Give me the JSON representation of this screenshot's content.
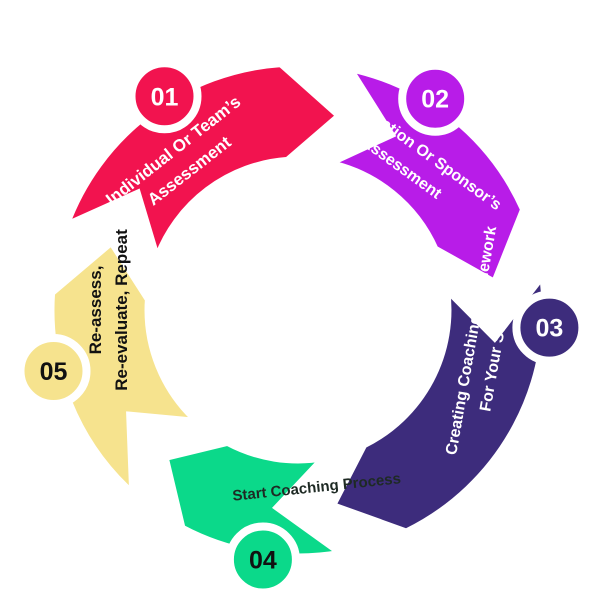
{
  "steps": [
    {
      "number": "01",
      "lines": [
        "Individual Or Team’s",
        "Assessment"
      ],
      "color": "#F2134F",
      "badge_text_color": "#FFFFFF",
      "label_color": "#FFFFFF"
    },
    {
      "number": "02",
      "lines": [
        "Organisation Or Sponsor’s",
        "Assessment"
      ],
      "color": "#B81CE8",
      "badge_text_color": "#FFFFFF",
      "label_color": "#FFFFFF"
    },
    {
      "number": "03",
      "lines": [
        "Creating Coaching Framework",
        "For Your Success"
      ],
      "color": "#3D2C7C",
      "badge_text_color": "#FFFFFF",
      "label_color": "#FFFFFF"
    },
    {
      "number": "04",
      "lines": [
        "Start Coaching Process"
      ],
      "color": "#0BD98A",
      "badge_text_color": "#111111",
      "label_color": "#1E2A24"
    },
    {
      "number": "05",
      "lines": [
        "Re-assess,",
        "Re-evaluate, Repeat"
      ],
      "color": "#F6E38E",
      "badge_text_color": "#111111",
      "label_color": "#111111"
    }
  ]
}
